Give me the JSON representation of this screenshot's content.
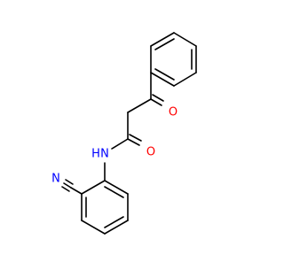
{
  "molecule": {
    "atoms": [
      {
        "id": "O1",
        "element": "O",
        "label": "O"
      },
      {
        "id": "O2",
        "element": "O",
        "label": "O"
      },
      {
        "id": "N1",
        "element": "N",
        "label": "N"
      },
      {
        "id": "H1",
        "element": "H",
        "label": "H"
      },
      {
        "id": "N2",
        "element": "N",
        "label": "N"
      }
    ],
    "colors": {
      "bond": "#000000",
      "oxygen": "#ff0000",
      "nitrogen": "#0000ff",
      "background": "#ffffff"
    }
  }
}
